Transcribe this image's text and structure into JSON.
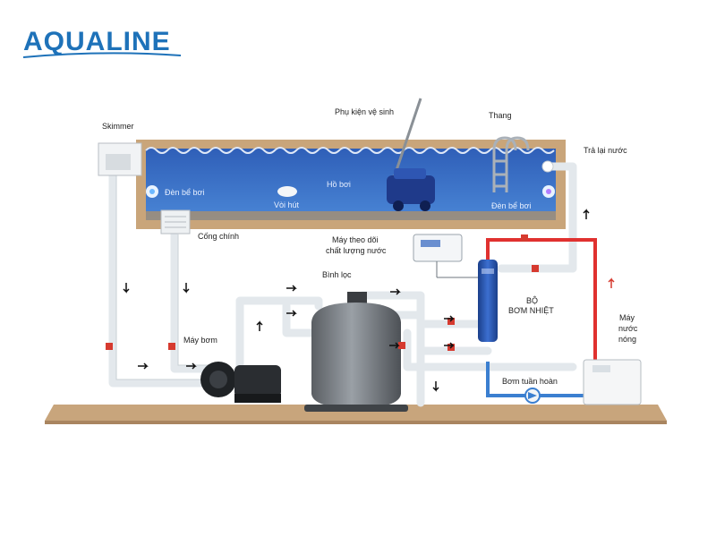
{
  "brand": {
    "name": "AQUALINE",
    "color": "#1e72b9"
  },
  "colors": {
    "water": "#3a6fc4",
    "pipe": "#e9eef2",
    "hot": "#e0312f",
    "cold": "#3b7fd0",
    "ground": "#c8a57c"
  },
  "labels": {
    "skimmer": "Skimmer",
    "phu_kien": "Phụ kiện vệ sinh",
    "thang": "Thang",
    "tra_lai_nuoc": "Trả lại nước",
    "den_be_boi_left": "Đèn bể bơi",
    "voi_hut": "Vòi hút",
    "ho_boi": "Hồ bơi",
    "den_be_boi_right": "Đèn bể bơi",
    "cong_chinh": "Cống chính",
    "may_theo_doi_1": "Máy theo dõi",
    "may_theo_doi_2": "chất lượng nước",
    "binh_loc": "Bình lọc",
    "bo_bom_1": "BỘ",
    "bo_bom_2": "BƠM NHIỆT",
    "may_nuoc_1": "Máy",
    "may_nuoc_2": "nước",
    "may_nuoc_3": "nóng",
    "may_bom": "Máy bơm",
    "bom_tuan_hoan": "Bơm tuần hoàn"
  }
}
